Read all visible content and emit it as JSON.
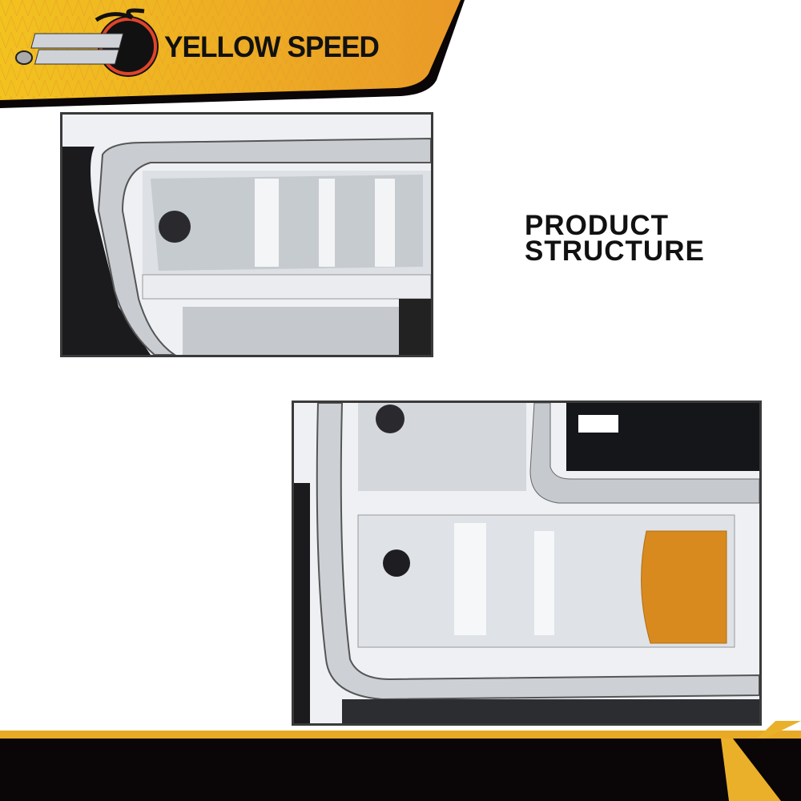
{
  "brand": {
    "logo_text": "YELLOW SPEED",
    "name": "YELLOW SPEED"
  },
  "section": {
    "title_line1": "PRODUCT",
    "title_line2": "STRUCTURE"
  },
  "colors": {
    "banner_start": "#f2c21f",
    "banner_end": "#ea9a27",
    "frame_border": "#3a3a3a",
    "footer_black": "#0a0506",
    "amber_reflector": "#d98a1e"
  }
}
